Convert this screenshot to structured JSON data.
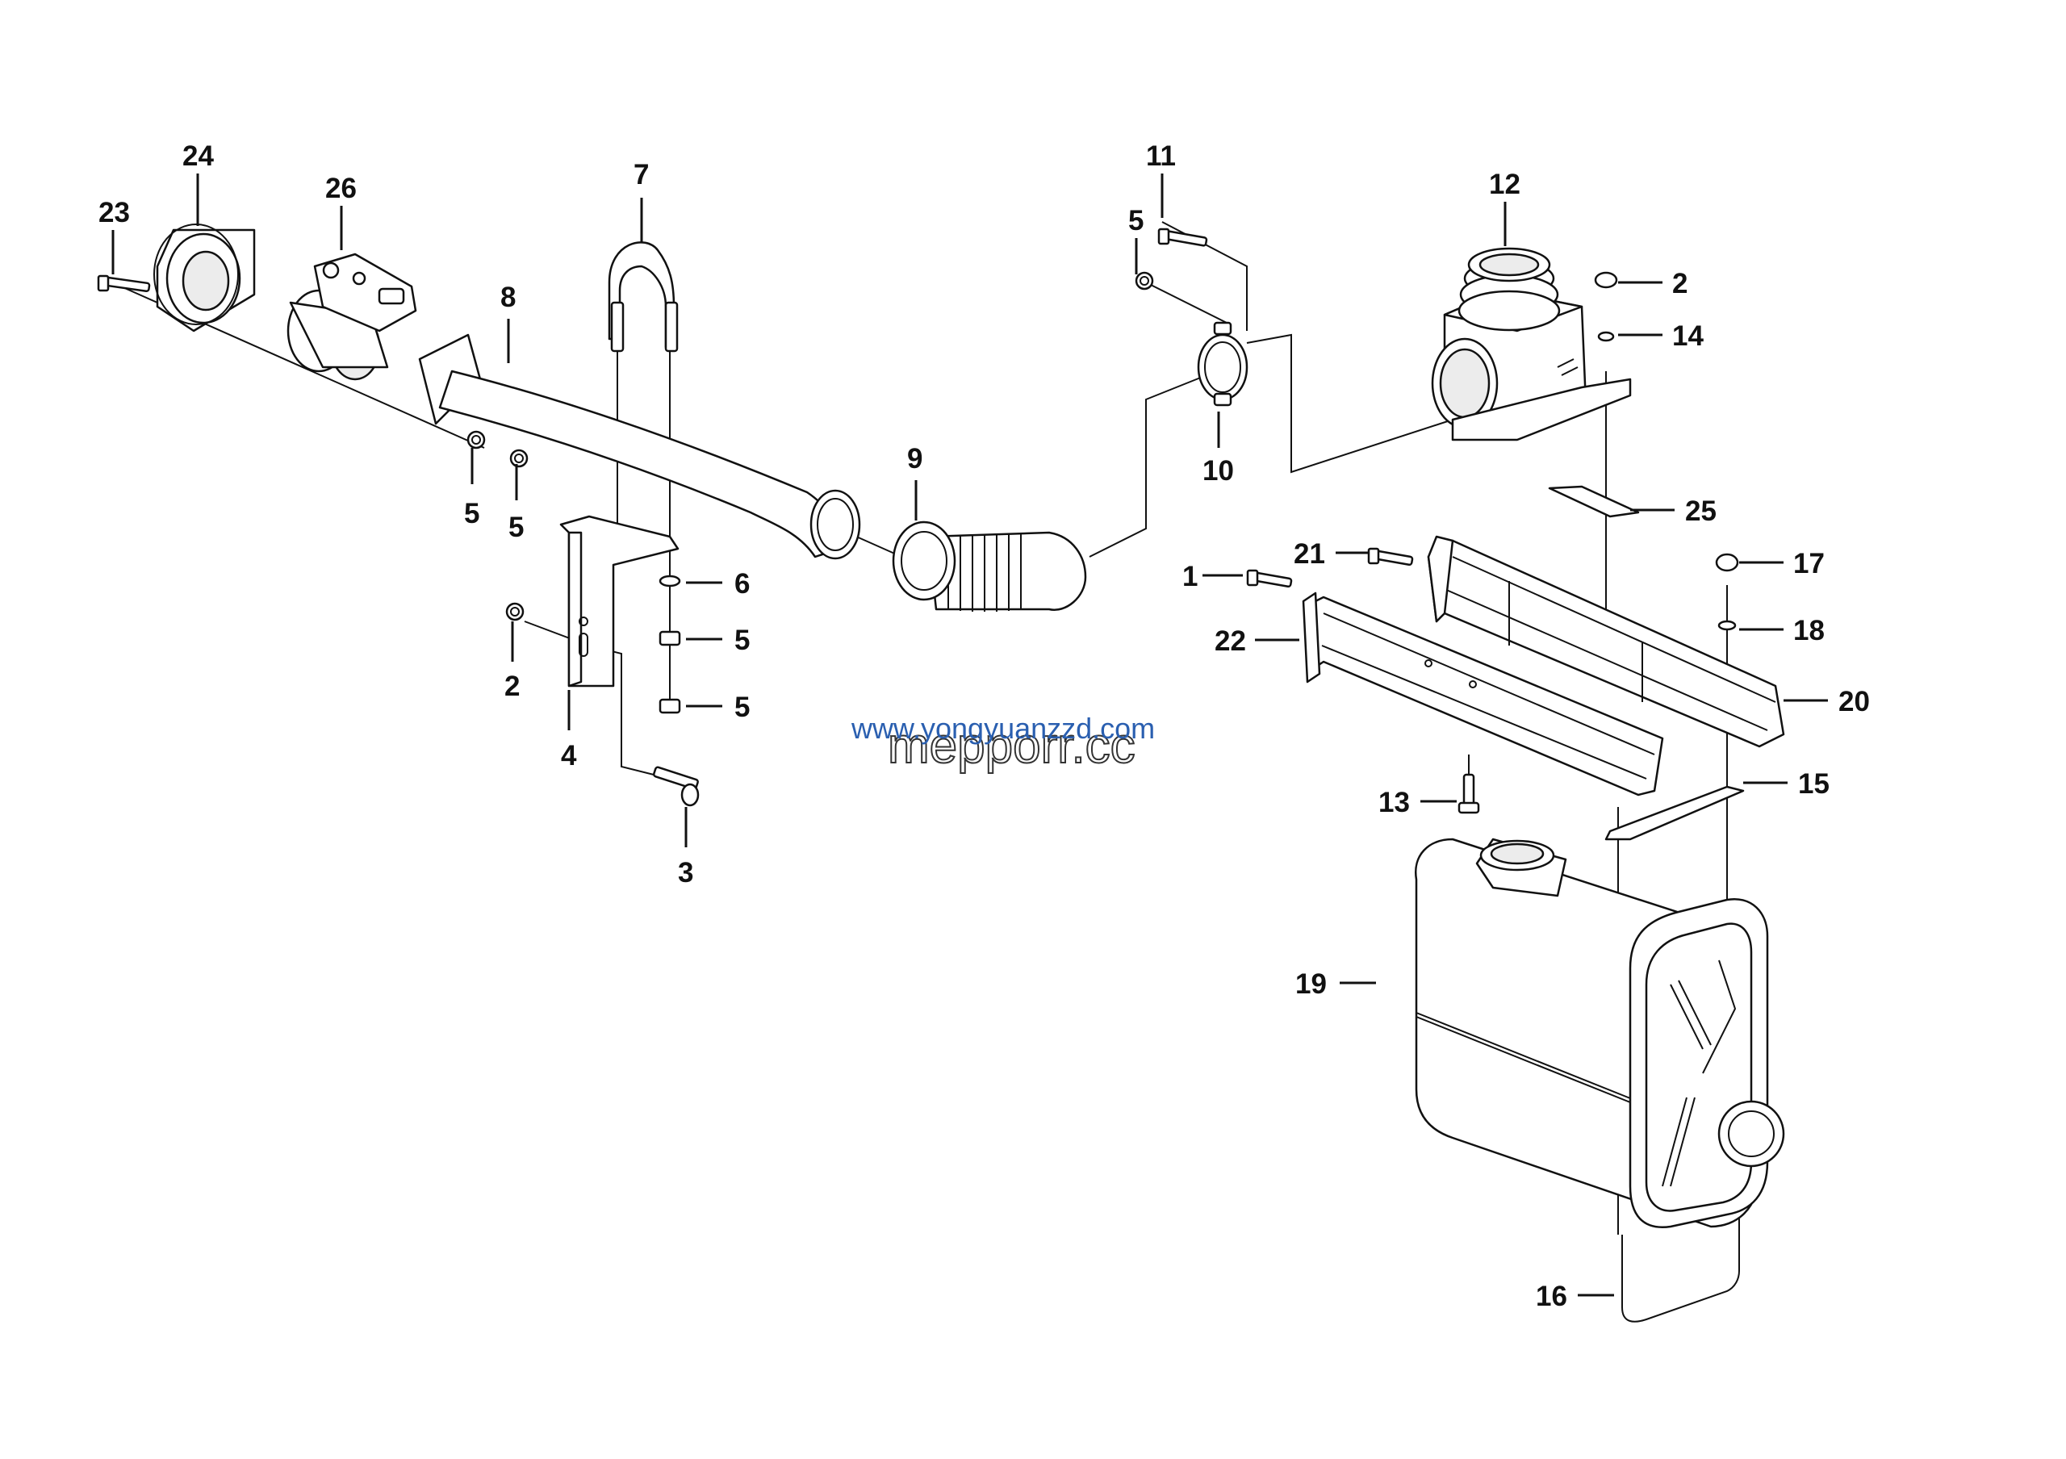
{
  "diagram": {
    "callouts": {
      "c1": "1",
      "c2a": "2",
      "c2b": "2",
      "c3": "3",
      "c4": "4",
      "c5a": "5",
      "c5b": "5",
      "c5c": "5",
      "c5d": "5",
      "c5e": "5",
      "c6": "6",
      "c7": "7",
      "c8": "8",
      "c9": "9",
      "c10": "10",
      "c11": "11",
      "c12": "12",
      "c13": "13",
      "c14": "14",
      "c15": "15",
      "c16": "16",
      "c17": "17",
      "c18": "18",
      "c19": "19",
      "c20": "20",
      "c21": "21",
      "c22": "22",
      "c23": "23",
      "c24": "24",
      "c25": "25",
      "c26": "26"
    },
    "watermarks": {
      "url": "www.yongyuanzzd.com",
      "brand": "mepporr.cc"
    }
  }
}
